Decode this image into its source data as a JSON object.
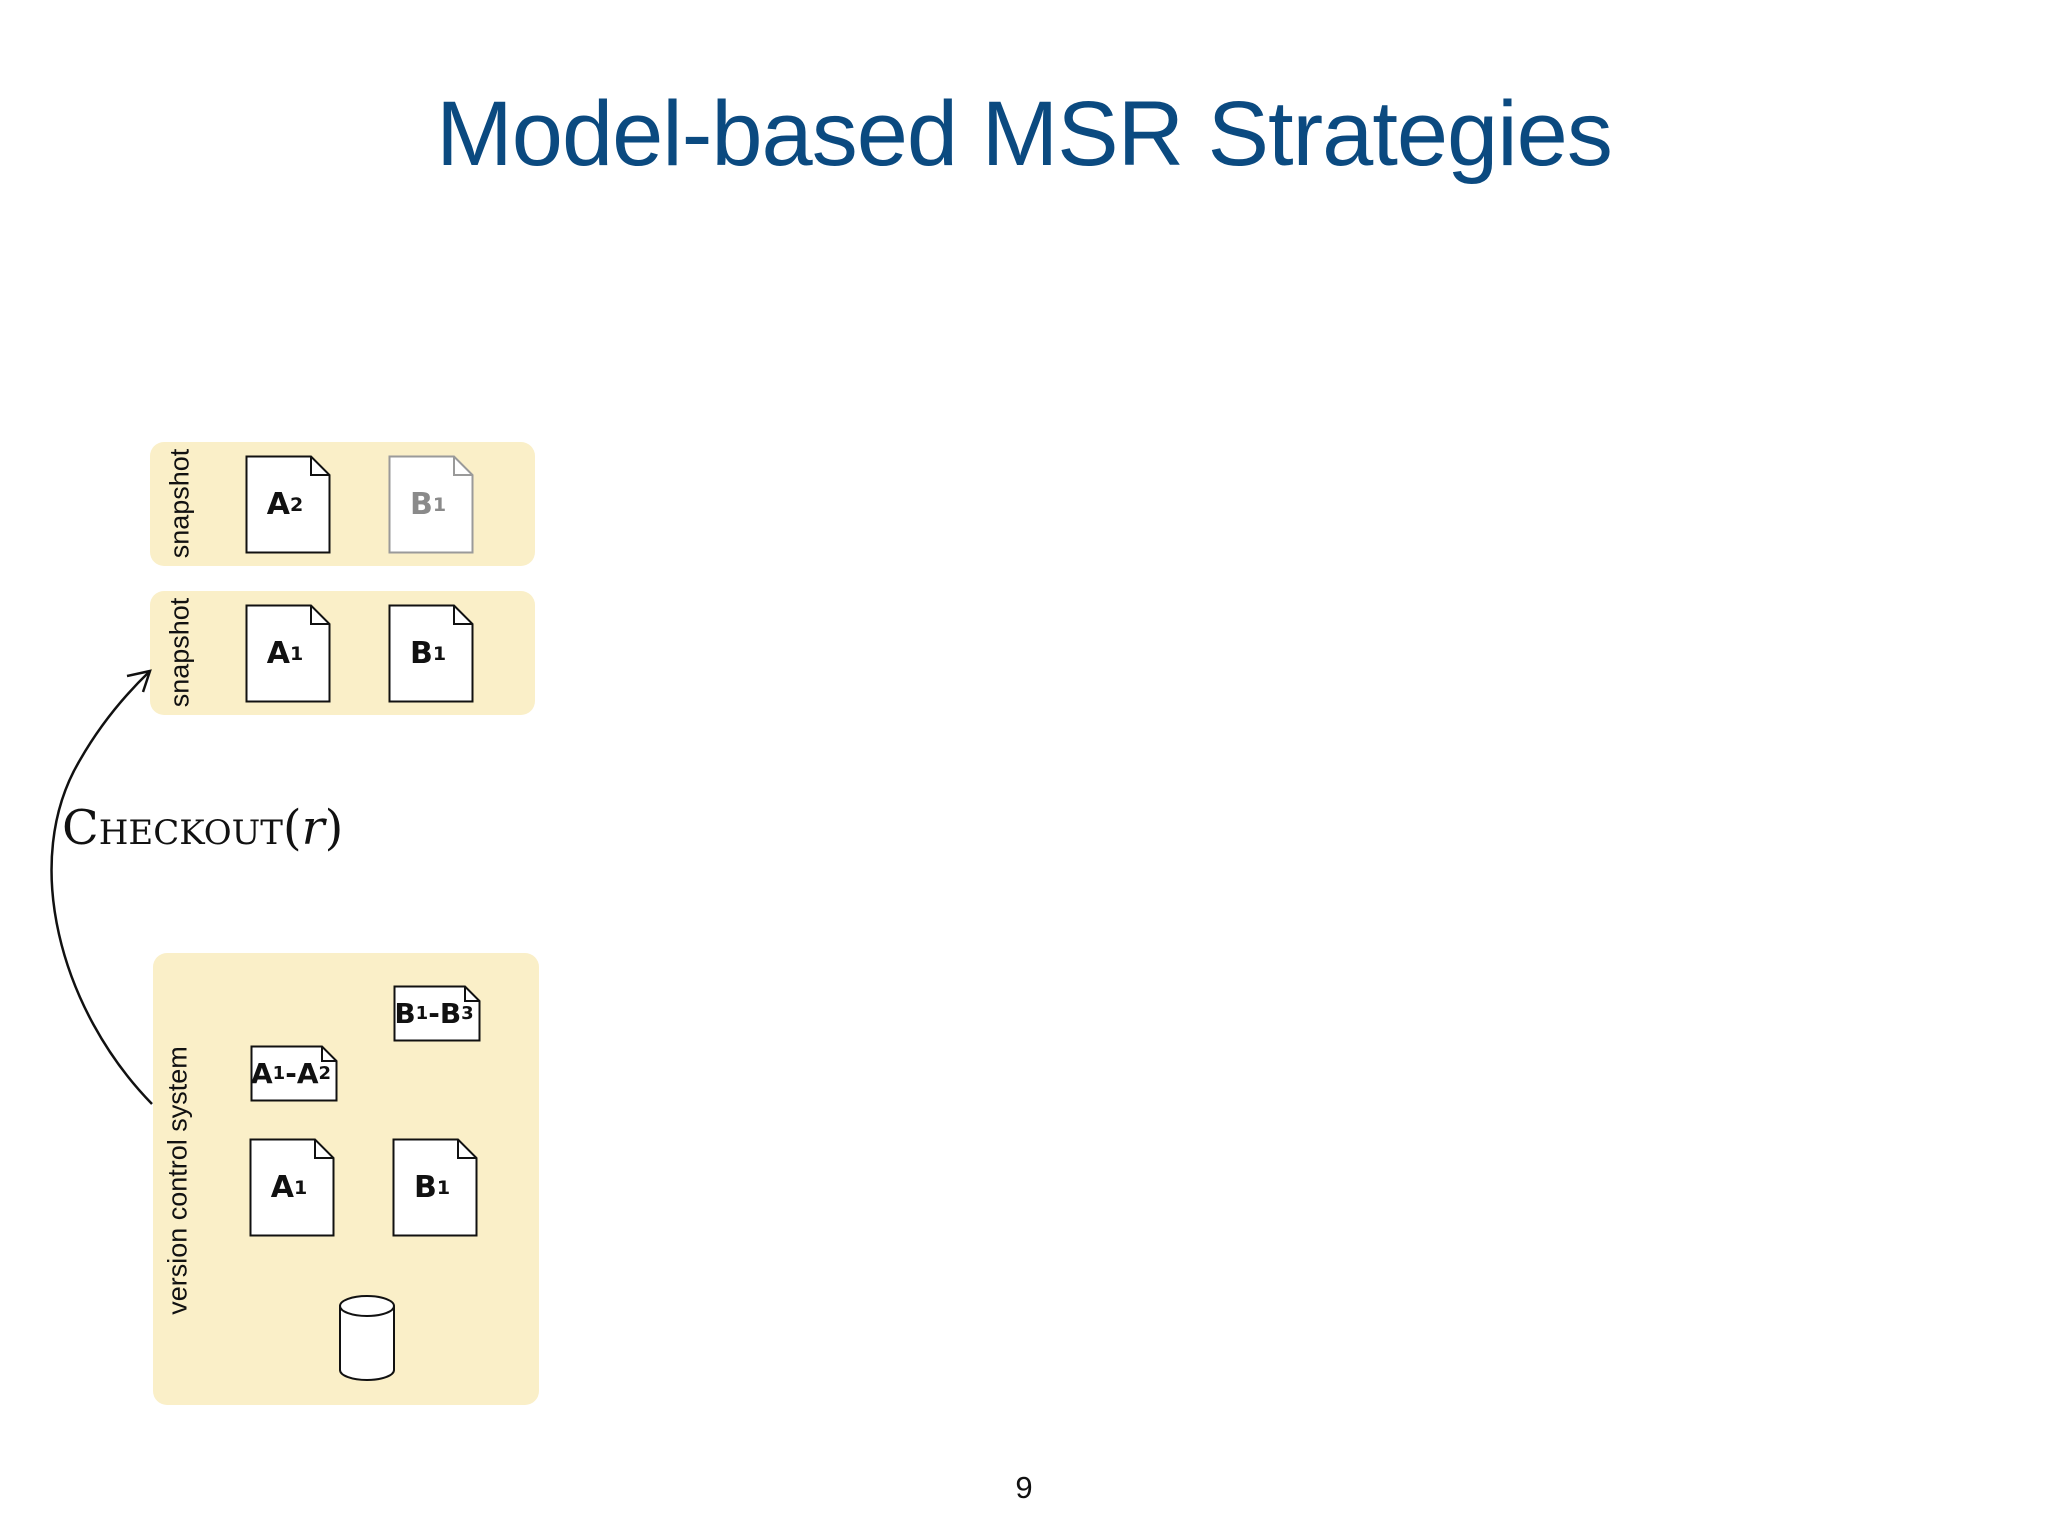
{
  "slide": {
    "title": "Model-based MSR Strategies",
    "page_number": "9"
  },
  "snapshot_top": {
    "label": "snapshot",
    "docs": [
      {
        "name": "A",
        "sub": "2",
        "faded": false
      },
      {
        "name": "B",
        "sub": "1",
        "faded": true
      }
    ]
  },
  "snapshot_bottom": {
    "label": "snapshot",
    "docs": [
      {
        "name": "A",
        "sub": "1",
        "faded": false
      },
      {
        "name": "B",
        "sub": "1",
        "faded": false
      }
    ]
  },
  "vcs": {
    "label": "version control system",
    "delta_b": {
      "from": "B",
      "from_sub": "1",
      "to": "B",
      "to_sub": "3"
    },
    "delta_a": {
      "from": "A",
      "from_sub": "1",
      "to": "A",
      "to_sub": "2"
    },
    "doc_a": {
      "name": "A",
      "sub": "1"
    },
    "doc_b": {
      "name": "B",
      "sub": "1"
    }
  },
  "arrow": {
    "label_caps": "Checkout",
    "label_arg": "r"
  },
  "colors": {
    "title": "#0b4a80",
    "panel": "#faefc8",
    "faded": "#8a8a8a"
  }
}
